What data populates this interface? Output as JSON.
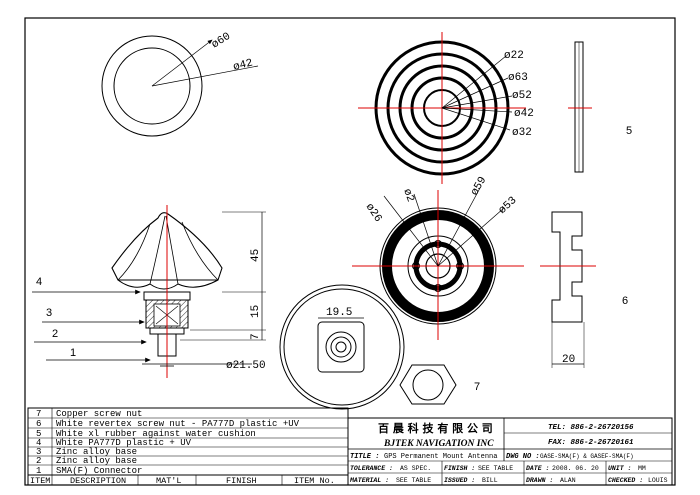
{
  "dimensions": {
    "d60": "ø60",
    "d42a": "ø42",
    "d22": "ø22",
    "d63": "ø63",
    "d52": "ø52",
    "d42b": "ø42",
    "d32": "ø32",
    "d26": "ø26",
    "d2": "ø2",
    "d59": "ø59",
    "d53": "ø53",
    "h45": "45",
    "h15": "15",
    "h7": "7",
    "w19_5": "19.5",
    "d21_50": "ø21.50",
    "w20": "20"
  },
  "callouts": {
    "c1": "1",
    "c2": "2",
    "c3": "3",
    "c4": "4",
    "c5": "5",
    "c6": "6",
    "c7": "7"
  },
  "bom": {
    "rows": [
      {
        "item": "7",
        "desc": "Copper screw nut"
      },
      {
        "item": "6",
        "desc": "White revertex screw nut - PA777D plastic +UV"
      },
      {
        "item": "5",
        "desc": "White xl rubber against water cushion"
      },
      {
        "item": "4",
        "desc": "White PA777D plastic + UV"
      },
      {
        "item": "3",
        "desc": "Zinc alloy base"
      },
      {
        "item": "2",
        "desc": "Zinc alloy base"
      },
      {
        "item": "1",
        "desc": "SMA(F) Connector"
      }
    ],
    "headers": {
      "item": "ITEM",
      "desc": "DESCRIPTION",
      "matl": "MAT'L",
      "finish": "FINISH",
      "item_no": "ITEM No."
    }
  },
  "title_block": {
    "chinese_name": "百 晨 科 技 有 限 公 司",
    "company": "BJTEK NAVIGATION INC",
    "tel": "TEL: 886-2-26720156",
    "fax": "FAX: 886-2-26720161",
    "title_label": "TITLE :",
    "title_value": "GPS Permanent Mount Antenna",
    "dwg_label": "DWG NO :",
    "dwg_value": "GASE-SMA(F) & GASEF-SMA(F)",
    "tol_label": "TOLERANCE :",
    "tol_value": "AS SPEC.",
    "finish_label": "FINISH :",
    "finish_value": "SEE TABLE",
    "date_label": "DATE :",
    "date_value": "2008. 06. 20",
    "unit_label": "UNIT :",
    "unit_value": "MM",
    "matl_label": "MATERIAL :",
    "matl_value": "SEE TABLE",
    "issued_label": "ISSUED :",
    "issued_value": "BILL",
    "drawn_label": "DRAWN :",
    "drawn_value": "ALAN",
    "checked_label": "CHECKED :",
    "checked_value": "LOUIS"
  }
}
